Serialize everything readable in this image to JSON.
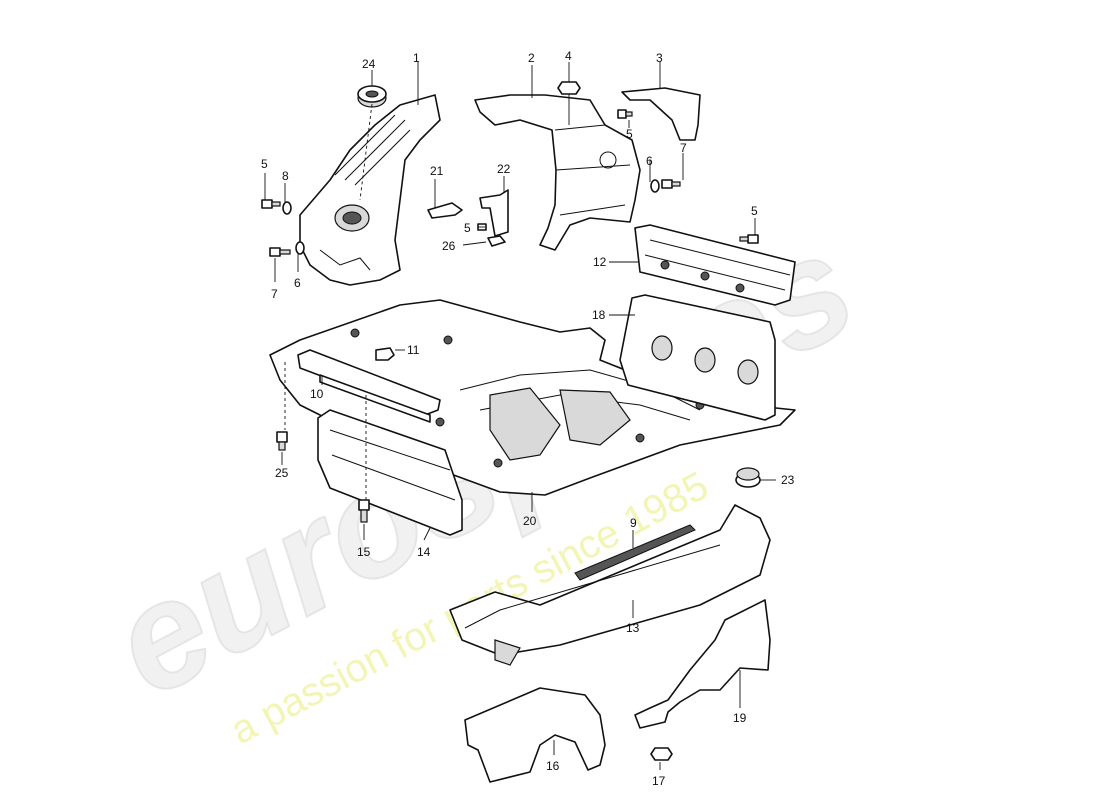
{
  "watermark": {
    "logo": "eurospares",
    "tagline": "a passion for parts since 1985"
  },
  "callouts": {
    "c1": "1",
    "c2": "2",
    "c3": "3",
    "c4": "4",
    "c5a": "5",
    "c5b": "5",
    "c5c": "5",
    "c5d": "5",
    "c6a": "6",
    "c6b": "6",
    "c7a": "7",
    "c7b": "7",
    "c8": "8",
    "c9": "9",
    "c10": "10",
    "c11": "11",
    "c12": "12",
    "c13": "13",
    "c14": "14",
    "c15": "15",
    "c16": "16",
    "c17": "17",
    "c18": "18",
    "c19": "19",
    "c20": "20",
    "c21": "21",
    "c22": "22",
    "c23": "23",
    "c24": "24",
    "c25": "25",
    "c26": "26"
  }
}
